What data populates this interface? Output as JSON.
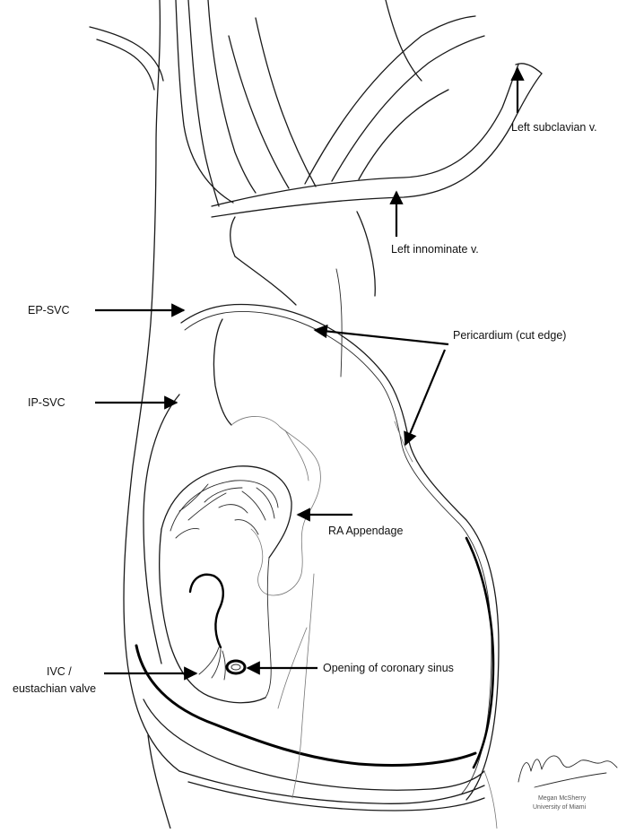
{
  "labels": {
    "left_subclavian": "Left subclavian v.",
    "left_innominate": "Left innominate v.",
    "ep_svc": "EP-SVC",
    "pericardium": "Pericardium (cut edge)",
    "ip_svc": "IP-SVC",
    "ra_appendage": "RA Appendage",
    "ivc_line1": "IVC /",
    "ivc_line2": "eustachian valve",
    "coronary_sinus": "Opening of coronary sinus"
  },
  "signature": {
    "name": "Megan McSherry",
    "affiliation": "University of Miami"
  },
  "colors": {
    "line": "#1a1a1a",
    "background": "#ffffff"
  }
}
